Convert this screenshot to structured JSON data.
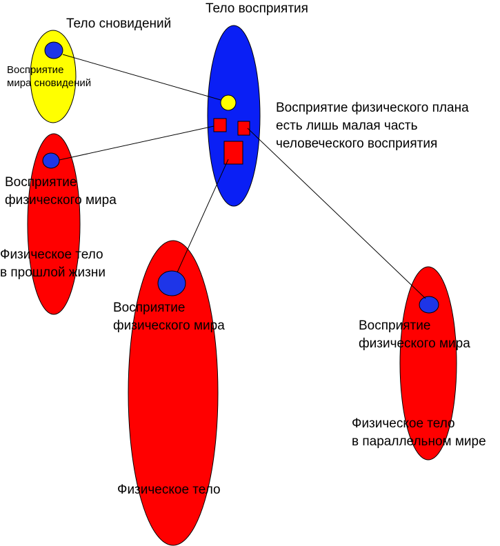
{
  "colors": {
    "perception_body": "#0a1ff5",
    "dream_body": "#ffff00",
    "physical_body": "#ff0000",
    "perception_point": "#1e35e8",
    "outline": "#000000"
  },
  "labels": {
    "perception_body_title": "Тело восприятия",
    "dream_body_title": "Тело сновидений",
    "dream_perception": [
      "Восприятие",
      "мира сновидений"
    ],
    "physical_plane_note": [
      "Восприятие физического плана",
      "есть лишь малая часть",
      "человеческого восприятия"
    ],
    "past_life_perception": [
      "Восприятие",
      "физического мира"
    ],
    "past_life_body": [
      "Физическое тело",
      "в прошлой жизни"
    ],
    "current_perception": [
      "Восприятие",
      "физического мира"
    ],
    "current_body": "Физическое тело",
    "parallel_perception": [
      "Восприятие",
      "физического мира"
    ],
    "parallel_body": [
      "Физическое тело",
      "в параллельном мире"
    ]
  }
}
